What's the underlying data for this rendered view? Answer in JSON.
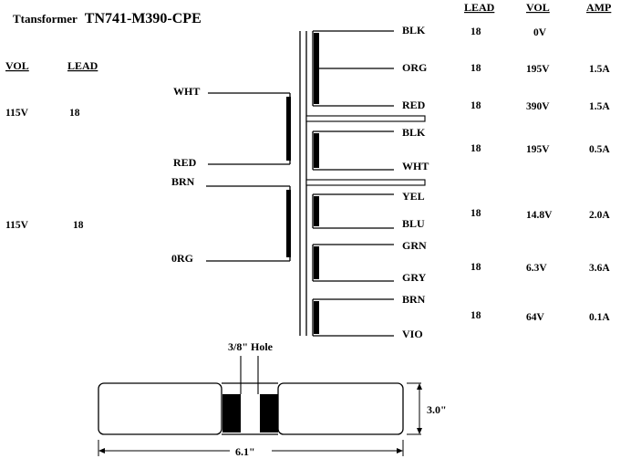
{
  "title": {
    "prefix": "Ttansformer",
    "model": "TN741-M390-CPE"
  },
  "primary": {
    "headers": {
      "vol": "VOL",
      "lead": "LEAD"
    },
    "rows": [
      {
        "vol": "115V",
        "lead": "18"
      },
      {
        "vol": "115V",
        "lead": "18"
      }
    ],
    "windings": [
      {
        "top_wire": "WHT",
        "bottom_wire": "RED"
      },
      {
        "top_wire": "BRN",
        "bottom_wire": "0RG"
      }
    ]
  },
  "secondary": {
    "headers": {
      "lead": "LEAD",
      "vol": "VOL",
      "amp": "AMP"
    },
    "wires": [
      "BLK",
      "ORG",
      "RED",
      "BLK",
      "WHT",
      "YEL",
      "BLU",
      "GRN",
      "GRY",
      "BRN",
      "VIO"
    ],
    "rows": [
      {
        "lead": "18",
        "vol": "0V",
        "amp": ""
      },
      {
        "lead": "18",
        "vol": "195V",
        "amp": "1.5A"
      },
      {
        "lead": "18",
        "vol": "390V",
        "amp": "1.5A"
      },
      {
        "lead": "18",
        "vol": "195V",
        "amp": "0.5A"
      },
      {
        "lead": "18",
        "vol": "14.8V",
        "amp": "2.0A"
      },
      {
        "lead": "18",
        "vol": "6.3V",
        "amp": "3.6A"
      },
      {
        "lead": "18",
        "vol": "64V",
        "amp": "0.1A"
      }
    ]
  },
  "mounting": {
    "hole_label": "3/8\" Hole",
    "height_label": "3.0\"",
    "width_label": "6.1\""
  }
}
